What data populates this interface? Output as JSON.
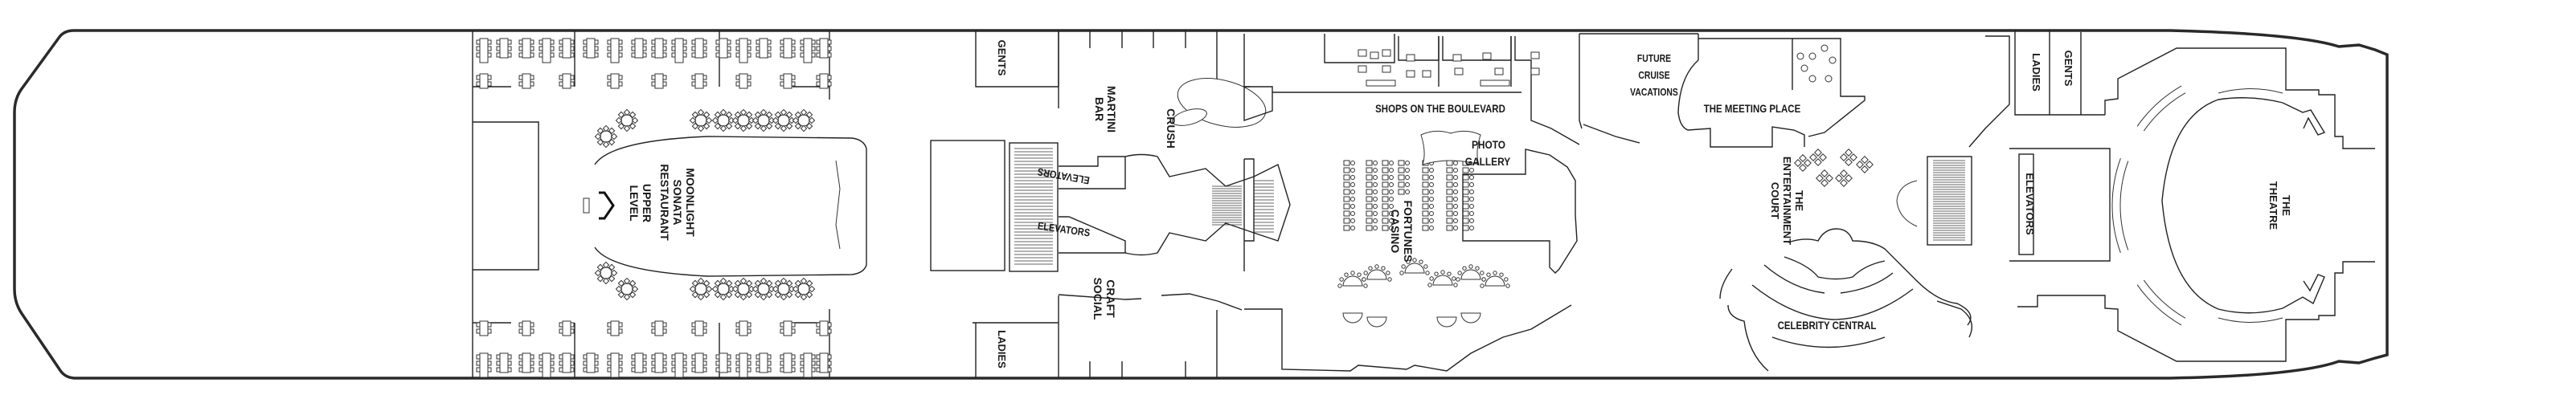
{
  "map": {
    "title": "Deck Plan",
    "venues": {
      "moonlight_sonata": [
        "MOONLIGHT",
        "SONATA",
        "RESTAURANT"
      ],
      "upper_level": [
        "UPPER",
        "LEVEL"
      ],
      "gents_fwd": "GENTS",
      "ladies_fwd": "LADIES",
      "martini_bar": [
        "MARTINI",
        "BAR"
      ],
      "crush": "CRUSH",
      "craft_social": [
        "CRAFT",
        "SOCIAL"
      ],
      "elevators_fwd_top": "ELEVATORS",
      "elevators_fwd_bottom": "ELEVATORS",
      "shops": "SHOPS ON THE BOULEVARD",
      "fortunes_casino": [
        "FORTUNES",
        "CASINO"
      ],
      "photo_gallery": [
        "PHOTO",
        "GALLERY"
      ],
      "future_cruise": [
        "FUTURE",
        "CRUISE",
        "VACATIONS"
      ],
      "meeting_place": "THE MEETING PLACE",
      "entertainment_court": [
        "THE",
        "ENTERTAINMENT",
        "COURT"
      ],
      "celebrity_central": "CELEBRITY CENTRAL",
      "ladies_aft": "LADIES",
      "gents_aft": "GENTS",
      "elevators_aft": "ELEVATORS",
      "theatre": [
        "THE",
        "THEATRE"
      ]
    },
    "colors": {
      "line": "#222222",
      "background": "#ffffff",
      "text": "#1a1a1a"
    }
  }
}
